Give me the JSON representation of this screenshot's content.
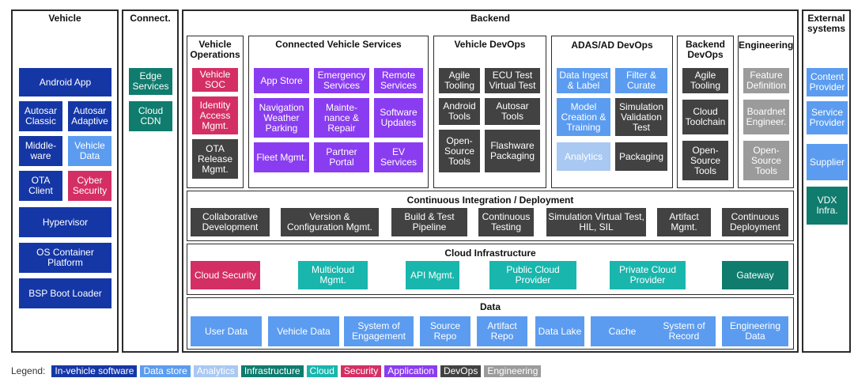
{
  "vehicle": {
    "title": "Vehicle",
    "items": {
      "android_app": "Android App",
      "autosar_classic": "Autosar Classic",
      "autosar_adaptive": "Autosar Adaptive",
      "middleware": "Middle-ware",
      "vehicle_data": "Vehicle Data",
      "ota_client": "OTA Client",
      "cyber_security": "Cyber Security",
      "hypervisor": "Hypervisor",
      "os_container": "OS Container Platform",
      "bsp": "BSP Boot Loader"
    }
  },
  "connect": {
    "title": "Connect.",
    "items": {
      "edge": "Edge Services",
      "cdn": "Cloud CDN"
    }
  },
  "backend": {
    "title": "Backend",
    "vehicle_operations": {
      "title": "Vehicle Operations",
      "items": {
        "soc": "Vehicle SOC",
        "iam": "Identity Access Mgmt.",
        "ota_release": "OTA Release Mgmt."
      }
    },
    "connected_vehicle": {
      "title": "Connected Vehicle Services",
      "items": {
        "app_store": "App Store",
        "emergency": "Emergency Services",
        "remote": "Remote Services",
        "navigation": "Navigation Weather Parking",
        "maintenance": "Mainte-nance & Repair",
        "software_updates": "Software Updates",
        "fleet": "Fleet Mgmt.",
        "partner": "Partner Portal",
        "ev": "EV Services"
      }
    },
    "vehicle_devops": {
      "title": "Vehicle DevOps",
      "items": {
        "agile": "Agile Tooling",
        "ecu_test": "ECU Test Virtual Test",
        "android_tools": "Android Tools",
        "autosar_tools": "Autosar Tools",
        "open_source": "Open-Source Tools",
        "flashware": "Flashware Packaging"
      }
    },
    "adas": {
      "title": "ADAS/AD DevOps",
      "items": {
        "data_ingest": "Data Ingest & Label",
        "filter": "Filter & Curate",
        "model": "Model Creation & Training",
        "simulation": "Simulation Validation Test",
        "analytics": "Analytics",
        "packaging": "Packaging"
      }
    },
    "backend_devops": {
      "title": "Backend DevOps",
      "items": {
        "agile": "Agile Tooling",
        "toolchain": "Cloud Toolchain",
        "open_source": "Open-Source Tools"
      }
    },
    "engineering": {
      "title": "Engineering",
      "items": {
        "feature": "Feature Definition",
        "boardnet": "Boardnet Engineer.",
        "open_source": "Open-Source Tools"
      }
    },
    "cicd": {
      "title": "Continuous Integration / Deployment",
      "items": {
        "collab": "Collaborative Development",
        "version": "Version & Configuration Mgmt.",
        "build": "Build & Test Pipeline",
        "testing": "Continuous Testing",
        "simvirtual": "Simulation Virtual Test, HIL, SIL",
        "artifact": "Artifact Mgmt.",
        "deployment": "Continuous Deployment"
      }
    },
    "cloud_infra": {
      "title": "Cloud Infrastructure",
      "items": {
        "security": "Cloud Security",
        "multicloud": "Multicloud Mgmt.",
        "api": "API Mgmt.",
        "public": "Public Cloud Provider",
        "private": "Private Cloud Provider",
        "gateway": "Gateway"
      }
    },
    "data": {
      "title": "Data",
      "items": {
        "user": "User Data",
        "vehicle": "Vehicle Data",
        "engagement": "System of Engagement",
        "source": "Source Repo",
        "artifact": "Artifact Repo",
        "lake": "Data Lake",
        "cache": "Cache",
        "record": "System of Record",
        "engineering": "Engineering Data"
      }
    }
  },
  "external": {
    "title": "External systems",
    "items": {
      "content": "Content Provider",
      "service": "Service Provider",
      "supplier": "Supplier",
      "vdx": "VDX Infra."
    }
  },
  "legend": {
    "label": "Legend:",
    "items": {
      "inveh": "In-vehicle software",
      "datastore": "Data store",
      "analytics": "Analytics",
      "infrastructure": "Infrastructure",
      "cloud": "Cloud",
      "security": "Security",
      "application": "Application",
      "devops": "DevOps",
      "engineering": "Engineering"
    }
  },
  "colors": {
    "in_vehicle": "#1537a6",
    "data_store": "#5b9cf0",
    "analytics": "#a9c8f2",
    "infrastructure": "#0f7c6e",
    "cloud": "#19b6ad",
    "security": "#d42f64",
    "application": "#8a3df0",
    "devops": "#424242",
    "engineering": "#9b9b9b"
  }
}
